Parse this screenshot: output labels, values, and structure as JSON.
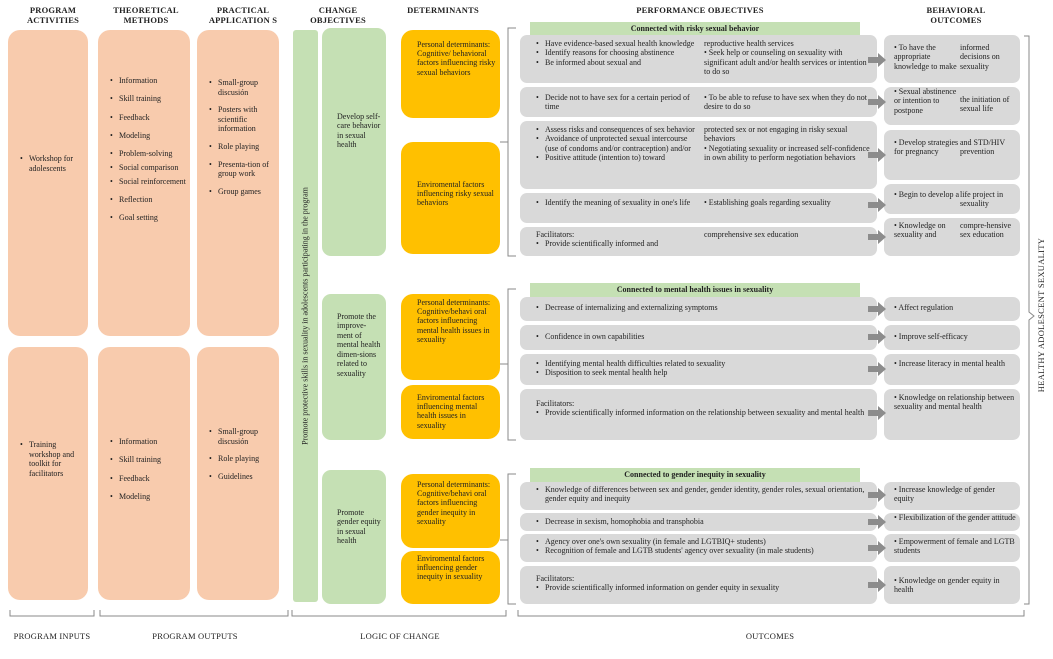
{
  "headers": {
    "activities": "PROGRAM ACTIVITIES",
    "methods": "THEORETICAL METHODS",
    "applications": "PRACTICAL APPLICATION S",
    "change_objectives": "CHANGE OBJECTIVES",
    "determinants": "DETERMINANTS",
    "performance": "PERFORMANCE OBJECTIVES",
    "behavioral": "BEHAVIORAL OUTCOMES"
  },
  "footers": {
    "inputs": "PROGRAM INPUTS",
    "outputs": "PROGRAM OUTPUTS",
    "logic": "LOGIC OF CHANGE",
    "outcomes": "OUTCOMES"
  },
  "activities": {
    "top": [
      "Workshop for adolescents"
    ],
    "bottom": [
      "Training workshop and toolkit for facilitators"
    ]
  },
  "methods": {
    "top": [
      "Information",
      "Skill training",
      "Feedback",
      "Modeling",
      "Problem-solving",
      "Social comparison",
      "Social reinforcement",
      "Reflection",
      "Goal setting"
    ],
    "bottom": [
      "Information",
      "Skill training",
      "Feedback",
      "Modeling"
    ]
  },
  "applications": {
    "top": [
      "Small-group discusión",
      "Posters with scientific information",
      "Role playing",
      "Presenta-tion of group work",
      "Group games"
    ],
    "bottom": [
      "Small-group discusión",
      "Role playing",
      "Guidelines"
    ]
  },
  "vertical_label": "Promote protective skills in sexuality in adolescents participating in the program",
  "right_vertical_label": "HEALTHY ADOLESCENT SEXUALITY",
  "change_objectives": [
    "Develop self-care behavior in sexual health",
    "Promote the improve-ment of mental health dimen-sions related to sexuality",
    "Promote gender equity in sexual health"
  ],
  "determinants": [
    "Personal determinants: Cognitive/ behavioral factors influencing risky sexual behaviors",
    "Enviromental factors influencing risky sexual behaviors",
    "Personal determinants: Cognitive/behavi oral factors influencing mental health issues in sexuality",
    "Enviromental factors influencing mental health issues in sexuality",
    "Personal determinants: Cognitive/behavi oral factors influencing gender inequity in sexuality",
    "Enviromental factors influencing gender inequity in sexuality"
  ],
  "sections": [
    {
      "title": "Connected with risky sexual behavior",
      "rows": [
        {
          "left": [
            "Have evidence-based sexual health knowledge",
            "Identify reasons for choosing abstinence",
            "Be informed about sexual and"
          ],
          "right": [
            "reproductive health services",
            "• Seek help or counseling on sexuality with significant adult and/or health services or intention to do so"
          ]
        },
        {
          "left": [
            "Decide not to have sex for a certain period of time"
          ],
          "right": [
            "• To be able to refuse to have sex when they do not desire to do so"
          ]
        },
        {
          "left": [
            "Assess risks and consequences of sex behavior",
            "Avoidance of unprotected sexual intercourse (use of condoms and/or contraception) and/or",
            "Positive attitude (intention to) toward"
          ],
          "right": [
            "protected sex or not engaging in risky sexual behaviors",
            "• Negotiating sexuality or increased self-confidence in own ability to perform negotiation behaviors"
          ]
        },
        {
          "left": [
            "Identify the meaning of sexuality in one's life"
          ],
          "right": [
            "• Establishing goals regarding sexuality"
          ]
        },
        {
          "lead": "Facilitators:",
          "left": [
            "Provide scientifically informed and"
          ],
          "right": [
            "comprehensive sex education"
          ]
        }
      ],
      "outcomes": [
        {
          "left": "• To have the appropriate knowledge to make",
          "right": "informed decisions on sexuality"
        },
        {
          "left": "• Sexual abstinence or intention to postpone",
          "right": "the initiation of sexual life"
        },
        {
          "left": "• Develop strategies for pregnancy",
          "right": "and STD/HIV prevention"
        },
        {
          "left": "• Begin to develop a",
          "right": "life project in sexuality"
        },
        {
          "left": "• Knowledge on sexuality and",
          "right": "compre-hensive sex education"
        }
      ]
    },
    {
      "title": "Connected to mental health issues in sexuality",
      "rows": [
        {
          "left": [
            "Decrease of internalizing and externalizing symptoms"
          ]
        },
        {
          "left": [
            "Confidence in own capabilities"
          ]
        },
        {
          "left": [
            "Identifying mental health difficulties related to sexuality",
            "Disposition to seek mental health help"
          ]
        },
        {
          "lead": "Facilitators:",
          "left": [
            "Provide scientifically informed information on the relationship between sexuality and mental health"
          ]
        }
      ],
      "outcomes": [
        {
          "left": "• Affect regulation"
        },
        {
          "left": "• Improve self-efficacy"
        },
        {
          "left": "• Increase literacy in mental health"
        },
        {
          "left": "• Knowledge on relationship between sexuality and mental health"
        }
      ]
    },
    {
      "title": "Connected to gender inequity in sexuality",
      "rows": [
        {
          "left": [
            "Knowledge of differences between sex and gender, gender identity, gender roles, sexual orientation, gender equity and inequity"
          ]
        },
        {
          "left": [
            "Decrease in sexism, homophobia and transphobia"
          ]
        },
        {
          "left": [
            "Agency over one's own sexuality (in female and LGTBIQ+ students)",
            "Recognition of female and LGTB students' agency over sexuality (in male students)"
          ]
        },
        {
          "lead": "Facilitators:",
          "left": [
            "Provide scientifically informed information on gender equity in sexuality"
          ]
        }
      ],
      "outcomes": [
        {
          "left": "• Increase knowledge of gender equity"
        },
        {
          "left": "• Flexibilization of the gender attitude"
        },
        {
          "left": "• Empowerment of female and LGTB students"
        },
        {
          "left": "• Knowledge on gender equity in health"
        }
      ]
    }
  ]
}
